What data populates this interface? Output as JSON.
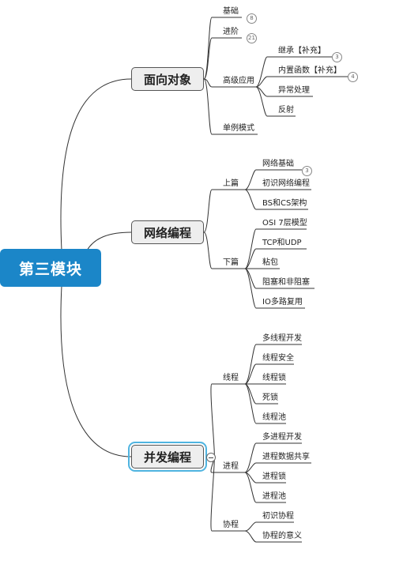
{
  "root": {
    "label": "第三模块"
  },
  "branches": [
    {
      "label": "面向对象",
      "children": [
        {
          "label": "基础",
          "count": "8"
        },
        {
          "label": "进阶",
          "count": "21"
        },
        {
          "label": "高级应用",
          "children": [
            {
              "label": "继承【补充】",
              "count": "3"
            },
            {
              "label": "内置函数【补充】",
              "count": "4"
            },
            {
              "label": "异常处理"
            },
            {
              "label": "反射"
            }
          ]
        },
        {
          "label": "单例模式"
        }
      ]
    },
    {
      "label": "网络编程",
      "children": [
        {
          "label": "上篇",
          "children": [
            {
              "label": "网络基础",
              "count": "3"
            },
            {
              "label": "初识网络编程"
            },
            {
              "label": "BS和CS架构"
            }
          ]
        },
        {
          "label": "下篇",
          "children": [
            {
              "label": "OSI 7层模型"
            },
            {
              "label": "TCP和UDP"
            },
            {
              "label": "粘包"
            },
            {
              "label": "阻塞和非阻塞"
            },
            {
              "label": "IO多路复用"
            }
          ]
        }
      ]
    },
    {
      "label": "并发编程",
      "children": [
        {
          "label": "线程",
          "children": [
            {
              "label": "多线程开发"
            },
            {
              "label": "线程安全"
            },
            {
              "label": "线程锁"
            },
            {
              "label": "死锁"
            },
            {
              "label": "线程池"
            }
          ]
        },
        {
          "label": "进程",
          "children": [
            {
              "label": "多进程开发"
            },
            {
              "label": "进程数据共享"
            },
            {
              "label": "进程锁"
            },
            {
              "label": "进程池"
            }
          ]
        },
        {
          "label": "协程",
          "children": [
            {
              "label": "初识协程"
            },
            {
              "label": "协程的意义"
            }
          ]
        }
      ]
    }
  ]
}
